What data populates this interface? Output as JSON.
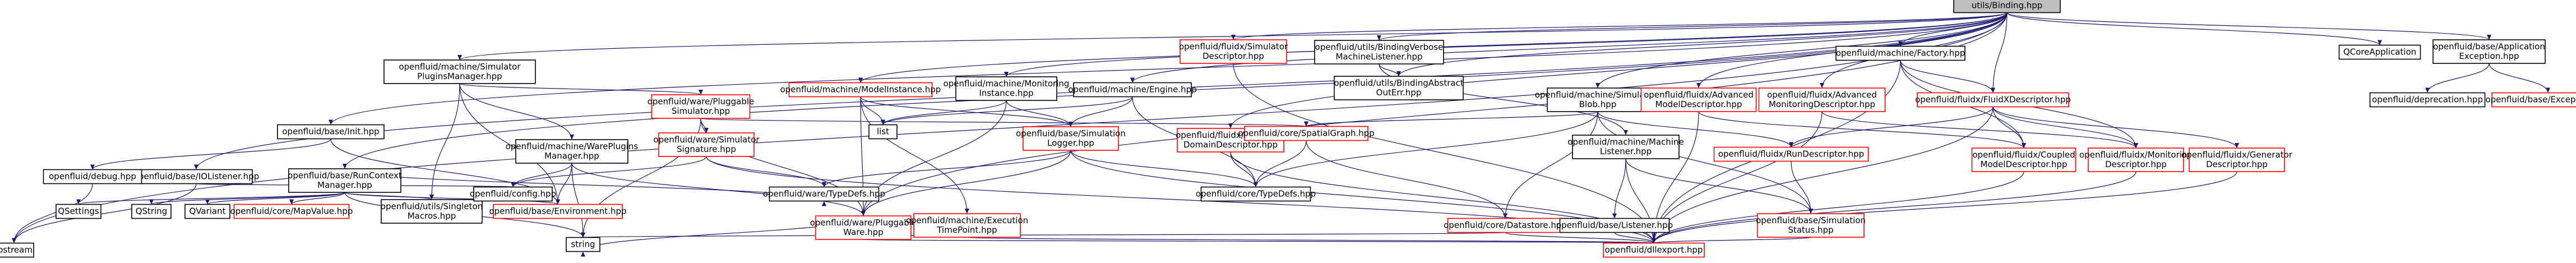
{
  "root": {
    "id": "root",
    "lines": [
      "utils/Binding.hpp"
    ]
  },
  "nodes": [
    {
      "id": "iostream",
      "lines": [
        "iostream"
      ],
      "red": false
    },
    {
      "id": "simulatorPluginsManager",
      "lines": [
        "openfluid/machine/Simulator",
        "PluginsManager.hpp"
      ],
      "red": false
    },
    {
      "id": "baseInit",
      "lines": [
        "openfluid/base/Init.hpp"
      ],
      "red": false
    },
    {
      "id": "ioListener",
      "lines": [
        "openfluid/base/IOListener.hpp"
      ],
      "red": false
    },
    {
      "id": "toolsDebug",
      "lines": [
        "openfluid/debug.hpp"
      ],
      "red": false
    },
    {
      "id": "runContextManager",
      "lines": [
        "openfluid/base/RunContext",
        "Manager.hpp"
      ],
      "red": false
    },
    {
      "id": "qsettings",
      "lines": [
        "QSettings"
      ],
      "red": false
    },
    {
      "id": "qstring",
      "lines": [
        "QString"
      ],
      "red": false
    },
    {
      "id": "qvariant",
      "lines": [
        "QVariant"
      ],
      "red": false
    },
    {
      "id": "mapValue",
      "lines": [
        "openfluid/core/MapValue.hpp"
      ],
      "red": true
    },
    {
      "id": "singletonMacros",
      "lines": [
        "openfluid/utils/Singleton",
        "Macros.hpp"
      ],
      "red": false
    },
    {
      "id": "environment",
      "lines": [
        "openfluid/base/Environment.hpp"
      ],
      "red": true
    },
    {
      "id": "config",
      "lines": [
        "openfluid/config.hpp"
      ],
      "red": false
    },
    {
      "id": "warePluginsManager",
      "lines": [
        "openfluid/machine/WarePlugins",
        "Manager.hpp"
      ],
      "red": false
    },
    {
      "id": "pluggableSimulator",
      "lines": [
        "openfluid/ware/Pluggable",
        "Simulator.hpp"
      ],
      "red": true
    },
    {
      "id": "simulatorSignature",
      "lines": [
        "openfluid/ware/Simulator",
        "Signature.hpp"
      ],
      "red": true
    },
    {
      "id": "modelInstance",
      "lines": [
        "openfluid/machine/ModelInstance.hpp"
      ],
      "red": true
    },
    {
      "id": "monitoringInstance",
      "lines": [
        "openfluid/machine/Monitoring",
        "Instance.hpp"
      ],
      "red": false
    },
    {
      "id": "list",
      "lines": [
        "list"
      ],
      "red": false
    },
    {
      "id": "engine",
      "lines": [
        "openfluid/machine/Engine.hpp"
      ],
      "red": false
    },
    {
      "id": "simulationLogger",
      "lines": [
        "openfluid/base/Simulation",
        "Logger.hpp"
      ],
      "red": true
    },
    {
      "id": "wareTypeDefs",
      "lines": [
        "openfluid/ware/TypeDefs.hpp"
      ],
      "red": false
    },
    {
      "id": "pluggableWare",
      "lines": [
        "openfluid/ware/Pluggable",
        "Ware.hpp"
      ],
      "red": true
    },
    {
      "id": "executionTimePoint",
      "lines": [
        "openfluid/machine/Execution",
        "TimePoint.hpp"
      ],
      "red": true
    },
    {
      "id": "string",
      "lines": [
        "string"
      ],
      "red": false
    },
    {
      "id": "simulatorDescriptor",
      "lines": [
        "openfluid/fluidx/Simulator",
        "Descriptor.hpp"
      ],
      "red": true
    },
    {
      "id": "advancedDomainDescriptor",
      "lines": [
        "openfluid/fluidx/Advanced",
        "DomainDescriptor.hpp"
      ],
      "red": true
    },
    {
      "id": "bindingVerboseListener",
      "lines": [
        "openfluid/utils/BindingVerbose",
        "MachineListener.hpp"
      ],
      "red": false
    },
    {
      "id": "bindingAbstractOutErr",
      "lines": [
        "openfluid/utils/BindingAbstract",
        "OutErr.hpp"
      ],
      "red": false
    },
    {
      "id": "spatialGraph",
      "lines": [
        "openfluid/core/SpatialGraph.hpp"
      ],
      "red": true
    },
    {
      "id": "coreTypeDefs",
      "lines": [
        "openfluid/core/TypeDefs.hpp"
      ],
      "red": false
    },
    {
      "id": "simulationBlob",
      "lines": [
        "openfluid/machine/Simulation",
        "Blob.hpp"
      ],
      "red": false
    },
    {
      "id": "machineListener",
      "lines": [
        "openfluid/machine/Machine",
        "Listener.hpp"
      ],
      "red": false
    },
    {
      "id": "datastore",
      "lines": [
        "openfluid/core/Datastore.hpp"
      ],
      "red": true
    },
    {
      "id": "baseListener",
      "lines": [
        "openfluid/base/Listener.hpp"
      ],
      "red": false
    },
    {
      "id": "simulationStatus",
      "lines": [
        "openfluid/base/Simulation",
        "Status.hpp"
      ],
      "red": true
    },
    {
      "id": "dllexport",
      "lines": [
        "openfluid/dllexport.hpp"
      ],
      "red": true
    },
    {
      "id": "advancedModelDescriptor",
      "lines": [
        "openfluid/fluidx/Advanced",
        "ModelDescriptor.hpp"
      ],
      "red": true
    },
    {
      "id": "advancedMonitoringDescriptor",
      "lines": [
        "openfluid/fluidx/Advanced",
        "MonitoringDescriptor.hpp"
      ],
      "red": true
    },
    {
      "id": "runDescriptor",
      "lines": [
        "openfluid/fluidx/RunDescriptor.hpp"
      ],
      "red": true
    },
    {
      "id": "factory",
      "lines": [
        "openfluid/machine/Factory.hpp"
      ],
      "red": false
    },
    {
      "id": "fluidXDescriptor",
      "lines": [
        "openfluid/fluidx/FluidXDescriptor.hpp"
      ],
      "red": true
    },
    {
      "id": "coupledModelDescriptor",
      "lines": [
        "openfluid/fluidx/Coupled",
        "ModelDescriptor.hpp"
      ],
      "red": true
    },
    {
      "id": "monitoringDescriptor",
      "lines": [
        "openfluid/fluidx/Monitoring",
        "Descriptor.hpp"
      ],
      "red": true
    },
    {
      "id": "generatorDescriptor",
      "lines": [
        "openfluid/fluidx/Generator",
        "Descriptor.hpp"
      ],
      "red": true
    },
    {
      "id": "qcoreApplication",
      "lines": [
        "QCoreApplication"
      ],
      "red": false
    },
    {
      "id": "appException",
      "lines": [
        "openfluid/base/Application",
        "Exception.hpp"
      ],
      "red": false
    },
    {
      "id": "deprecation",
      "lines": [
        "openfluid/deprecation.hpp"
      ],
      "red": false
    },
    {
      "id": "baseException",
      "lines": [
        "openfluid/base/Exception.hpp"
      ],
      "red": true
    }
  ],
  "edges": [
    [
      "root",
      "iostream"
    ],
    [
      "root",
      "simulatorPluginsManager"
    ],
    [
      "root",
      "baseInit"
    ],
    [
      "root",
      "ioListener"
    ],
    [
      "root",
      "runContextManager"
    ],
    [
      "root",
      "modelInstance"
    ],
    [
      "root",
      "monitoringInstance"
    ],
    [
      "root",
      "engine"
    ],
    [
      "root",
      "simulatorDescriptor"
    ],
    [
      "root",
      "bindingVerboseListener"
    ],
    [
      "root",
      "bindingAbstractOutErr"
    ],
    [
      "root",
      "simulationBlob"
    ],
    [
      "root",
      "advancedModelDescriptor"
    ],
    [
      "root",
      "advancedMonitoringDescriptor"
    ],
    [
      "root",
      "factory"
    ],
    [
      "root",
      "fluidXDescriptor"
    ],
    [
      "root",
      "qcoreApplication"
    ],
    [
      "root",
      "appException"
    ],
    [
      "root",
      "advancedDomainDescriptor"
    ],
    [
      "root",
      "pluggableWare"
    ],
    [
      "simulatorPluginsManager",
      "warePluginsManager"
    ],
    [
      "simulatorPluginsManager",
      "pluggableSimulator"
    ],
    [
      "simulatorPluginsManager",
      "singletonMacros"
    ],
    [
      "simulatorPluginsManager",
      "environment"
    ],
    [
      "baseInit",
      "toolsDebug"
    ],
    [
      "baseInit",
      "environment"
    ],
    [
      "ioListener",
      "iostream"
    ],
    [
      "ioListener",
      "config"
    ],
    [
      "toolsDebug",
      "iostream"
    ],
    [
      "runContextManager",
      "qsettings"
    ],
    [
      "runContextManager",
      "qstring"
    ],
    [
      "runContextManager",
      "qvariant"
    ],
    [
      "runContextManager",
      "mapValue"
    ],
    [
      "runContextManager",
      "singletonMacros"
    ],
    [
      "runContextManager",
      "environment"
    ],
    [
      "runContextManager",
      "string"
    ],
    [
      "runContextManager",
      "wareTypeDefs"
    ],
    [
      "warePluginsManager",
      "environment"
    ],
    [
      "warePluginsManager",
      "config"
    ],
    [
      "warePluginsManager",
      "string"
    ],
    [
      "warePluginsManager",
      "pluggableWare"
    ],
    [
      "pluggableSimulator",
      "simulatorSignature"
    ],
    [
      "pluggableSimulator",
      "pluggableWare"
    ],
    [
      "pluggableSimulator",
      "spatialGraph"
    ],
    [
      "pluggableSimulator",
      "string"
    ],
    [
      "simulatorSignature",
      "wareTypeDefs"
    ],
    [
      "simulatorSignature",
      "dllexport"
    ],
    [
      "simulatorSignature",
      "config"
    ],
    [
      "modelInstance",
      "list"
    ],
    [
      "modelInstance",
      "pluggableWare"
    ],
    [
      "modelInstance",
      "executionTimePoint"
    ],
    [
      "modelInstance",
      "simulationLogger"
    ],
    [
      "monitoringInstance",
      "list"
    ],
    [
      "monitoringInstance",
      "pluggableWare"
    ],
    [
      "monitoringInstance",
      "simulationLogger"
    ],
    [
      "engine",
      "simulationLogger"
    ],
    [
      "engine",
      "coreTypeDefs"
    ],
    [
      "engine",
      "list"
    ],
    [
      "simulationLogger",
      "pluggableWare"
    ],
    [
      "simulationLogger",
      "coreTypeDefs"
    ],
    [
      "simulationLogger",
      "dllexport"
    ],
    [
      "simulationLogger",
      "wareTypeDefs"
    ],
    [
      "pluggableWare",
      "string"
    ],
    [
      "pluggableWare",
      "dllexport"
    ],
    [
      "executionTimePoint",
      "dllexport"
    ],
    [
      "simulatorDescriptor",
      "dllexport"
    ],
    [
      "advancedDomainDescriptor",
      "coreTypeDefs"
    ],
    [
      "advancedDomainDescriptor",
      "dllexport"
    ],
    [
      "bindingVerboseListener",
      "bindingAbstractOutErr"
    ],
    [
      "bindingVerboseListener",
      "machineListener"
    ],
    [
      "spatialGraph",
      "coreTypeDefs"
    ],
    [
      "spatialGraph",
      "datastore"
    ],
    [
      "simulationBlob",
      "spatialGraph"
    ],
    [
      "simulationBlob",
      "runDescriptor"
    ],
    [
      "simulationBlob",
      "simulationStatus"
    ],
    [
      "simulationBlob",
      "datastore"
    ],
    [
      "simulationBlob",
      "coreTypeDefs"
    ],
    [
      "machineListener",
      "baseListener"
    ],
    [
      "machineListener",
      "simulationStatus"
    ],
    [
      "machineListener",
      "dllexport"
    ],
    [
      "datastore",
      "string"
    ],
    [
      "datastore",
      "dllexport"
    ],
    [
      "baseListener",
      "dllexport"
    ],
    [
      "simulationStatus",
      "dllexport"
    ],
    [
      "advancedModelDescriptor",
      "coupledModelDescriptor"
    ],
    [
      "advancedModelDescriptor",
      "dllexport"
    ],
    [
      "advancedMonitoringDescriptor",
      "monitoringDescriptor"
    ],
    [
      "advancedMonitoringDescriptor",
      "dllexport"
    ],
    [
      "runDescriptor",
      "simulationStatus"
    ],
    [
      "factory",
      "fluidXDescriptor"
    ],
    [
      "factory",
      "coupledModelDescriptor"
    ],
    [
      "factory",
      "monitoringDescriptor"
    ],
    [
      "factory",
      "dllexport"
    ],
    [
      "fluidXDescriptor",
      "runDescriptor"
    ],
    [
      "fluidXDescriptor",
      "coupledModelDescriptor"
    ],
    [
      "fluidXDescriptor",
      "monitoringDescriptor"
    ],
    [
      "fluidXDescriptor",
      "generatorDescriptor"
    ],
    [
      "fluidXDescriptor",
      "dllexport"
    ],
    [
      "coupledModelDescriptor",
      "dllexport"
    ],
    [
      "monitoringDescriptor",
      "dllexport"
    ],
    [
      "generatorDescriptor",
      "dllexport"
    ],
    [
      "appException",
      "deprecation"
    ],
    [
      "appException",
      "baseException"
    ]
  ]
}
